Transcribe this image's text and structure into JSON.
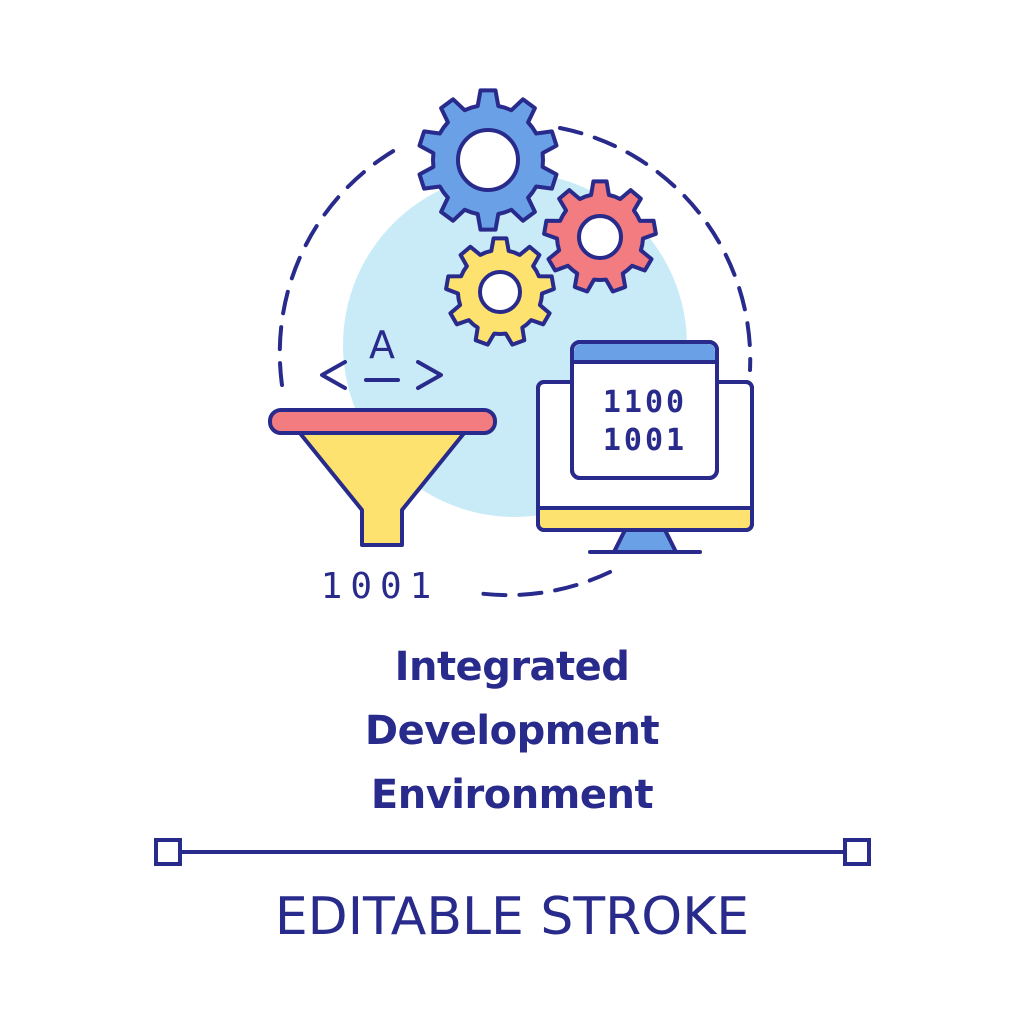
{
  "illustration": {
    "tag_glyph": "A",
    "funnel_output_bits": "1001",
    "screen_line_1": "1100",
    "screen_line_2": "1001"
  },
  "title": {
    "line_1": "Integrated",
    "line_2": "Development",
    "line_3": "Environment"
  },
  "footer": {
    "label": "EDITABLE STROKE"
  },
  "colors": {
    "stroke": "#282a8c",
    "backdrop": "#c9ebf8",
    "blue": "#6aa1e6",
    "red": "#f27c80",
    "yellow": "#fde26f"
  }
}
